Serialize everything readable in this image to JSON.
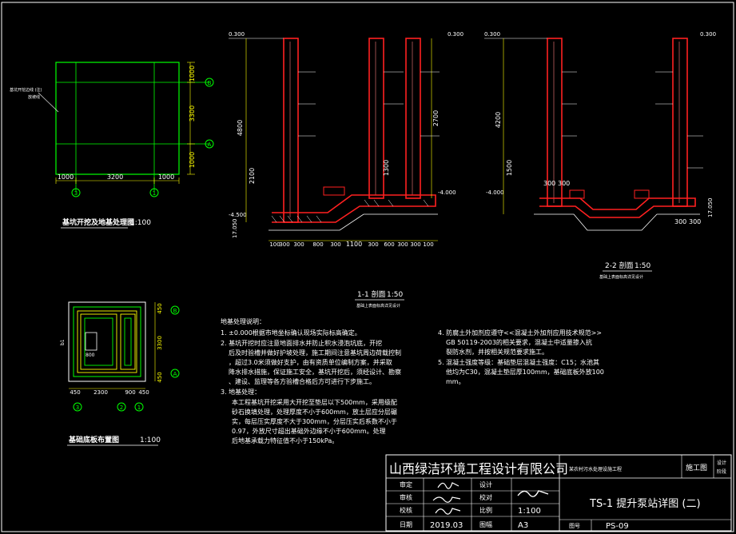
{
  "colors": {
    "background": "#000000",
    "frame": "#ffffff",
    "wall": "#ff2020",
    "pit": "#00ff00",
    "dim": "#ffff00",
    "green_label": "#00ff00",
    "white_text": "#ffffff",
    "red_text": "#ff3030"
  },
  "plan1": {
    "title": "基坑开挖及地基处理图",
    "scale": "1:100",
    "note_label": "基坑开挖边线 (注)",
    "note_sub": "放坡线",
    "dim_bottom": [
      "1000",
      "3200",
      "1000"
    ],
    "dim_right": [
      "1000",
      "3300",
      "1000"
    ],
    "axis_right": [
      "B",
      "A"
    ],
    "axis_bottom": [
      "3",
      "1"
    ]
  },
  "plan2": {
    "title": "基础底板布置图",
    "scale": "1:100",
    "dim_bottom": [
      "450",
      "2300",
      "900",
      "450"
    ],
    "dim_right": [
      "450",
      "3300",
      "450"
    ],
    "dim_inner": "800",
    "left_mark": "b1",
    "axis_right": [
      "B",
      "A"
    ],
    "axis_bottom": [
      "3",
      "2",
      "1"
    ]
  },
  "section1": {
    "title": "1-1 剖面",
    "scale": "1:50",
    "subtitle": "基础上表面标高详见设计",
    "elev_top": "0.300",
    "elev_mid": "-4.000",
    "elev_left": "-4.500",
    "elev_bottom": "17.050",
    "dims_left": [
      "4800",
      "2100"
    ],
    "dims_right": [
      "2700",
      "1300"
    ],
    "dims_bottom": [
      "100",
      "300",
      "300",
      "800",
      "300",
      "1100",
      "300",
      "600",
      "300",
      "300",
      "100"
    ]
  },
  "section2": {
    "title": "2-2 剖面",
    "scale": "1:50",
    "subtitle": "基础上表面标高详见设计",
    "elev_top": "0.300",
    "elev_mid": "-4.000",
    "elev_right": "17.050",
    "dims_left": [
      "4200",
      "1500"
    ],
    "dims_bottom": [
      "300",
      "300",
      "300",
      "300"
    ]
  },
  "notes": {
    "heading": "地基处理说明：",
    "items": [
      "1. ±0.000根据市地坐标确认现场实际标高确定。",
      "2. 基坑开挖时应注意地面排水并防止积水浸泡坑底，开挖后及时验槽并做好护坡处理，施工期间注意基坑周边荷载控制，超过3.0米须做好支护，由有资质单位编制方案，并采取降水排水措施，保证施工安全，基坑开挖后，须经设计、勘察、建设、监理等各方验槽合格后方可进行下步施工。",
      "3. 地基处理：",
      "本工程基坑开挖采用大开挖至垫层以下500mm，采用级配砂石换填处理，处理厚度不小于600mm，放土层应分层碾实，每层压实厚度不大于300mm，分层压实后系数不小于0.97，外放尺寸超出基础外边缘不小于600mm。处理后地基承载力特征值不小于150kPa。",
      "4. 防腐土外加剂应遵守<<混凝土外加剂应用技术规范>>GB 50119-2003的相关要求，混凝土中适量掺入抗裂防水剂，并按相关规范要求施工。",
      "5. 混凝土强度等级：基础垫层混凝土强度：C15；水池其他均为C30，混凝土垫层厚100mm，基础底板外放100mm。"
    ]
  },
  "title_block": {
    "company": "山西绿洁环境工程设计有限公司",
    "project": "某农村污水处理设施工程",
    "stage_label": "施工图",
    "design_label": "设计",
    "phase_label": "阶段",
    "drawing_title": "TS-1 提升泵站详图 (二)",
    "rows": [
      {
        "label": "审定",
        "c2": "设计"
      },
      {
        "label": "审核",
        "c2": "校对"
      },
      {
        "label": "校核",
        "c2": "比例",
        "value": "1:100"
      },
      {
        "label": "日期",
        "date": "2019.03",
        "c2": "图幅",
        "value": "A3"
      }
    ],
    "drawing_no_label": "图号",
    "drawing_no": "PS-09"
  }
}
